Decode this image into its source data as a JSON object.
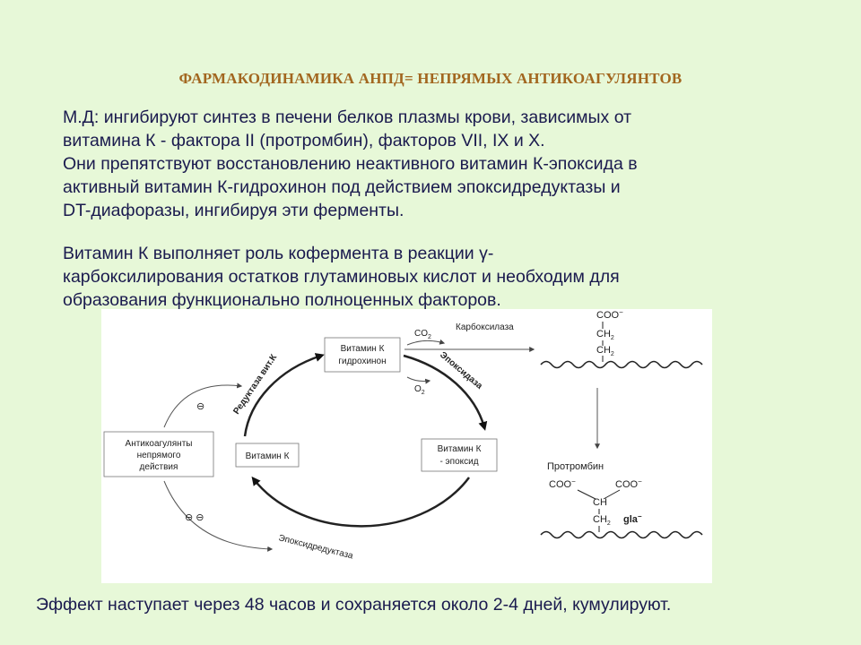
{
  "title": "ФАРМАКОДИНАМИКА АНПД= НЕПРЯМЫХ АНТИКОАГУЛЯНТОВ",
  "paragraphs": {
    "p1_l1": "М.Д: ингибируют синтез в печени белков плазмы крови, зависимых от",
    "p1_l2": "витамина К - фактора II (протромбин), факторов VII, IX и X.",
    "p1_l3": "Они препятствуют восстановлению неактивного витамин К-эпоксида в",
    "p1_l4": "активный витамин К-гидрохинон под действием эпоксидредуктазы и",
    "p1_l5": "DT-диафоразы, ингибируя эти ферменты.",
    "p2_l1": "Витамин К выполняет роль кофермента в реакции γ-",
    "p2_l2": "карбоксилирования остатков глутаминовых кислот и необходим для",
    "p2_l3": "образования функционально полноценных факторов."
  },
  "diagram": {
    "hydroquinone_l1": "Витамин К",
    "hydroquinone_l2": "гидрохинон",
    "vitk": "Витамин К",
    "epoxide_l1": "Витамин К",
    "epoxide_l2": "- эпоксид",
    "anticoag_l1": "Антикоагулянты",
    "anticoag_l2": "непрямого",
    "anticoag_l3": "действия",
    "reductase": "Редуктаза вит.К",
    "epoxidase": "Эпоксидаза",
    "epoxide_reductase": "Эпоксидредуктаза",
    "co2": "CO",
    "co2_sub": "2",
    "o2": "O",
    "o2_sub": "2",
    "carboxylase": "Карбоксилаза",
    "minus_top": "⊖",
    "minus_bottom": "⊖ ⊖",
    "coo_top": "COO",
    "ch2_a": "CH",
    "ch2_b": "CH",
    "sub2": "2",
    "prothrombin": "Протромбин",
    "coo_left": "COO",
    "coo_right": "COO",
    "ch": "CH",
    "ch2_c": "CH",
    "gla": "gla",
    "minus_sup": "−"
  },
  "footer": "Эффект наступает через 48 часов и  сохраняется около 2-4 дней, кумулируют."
}
